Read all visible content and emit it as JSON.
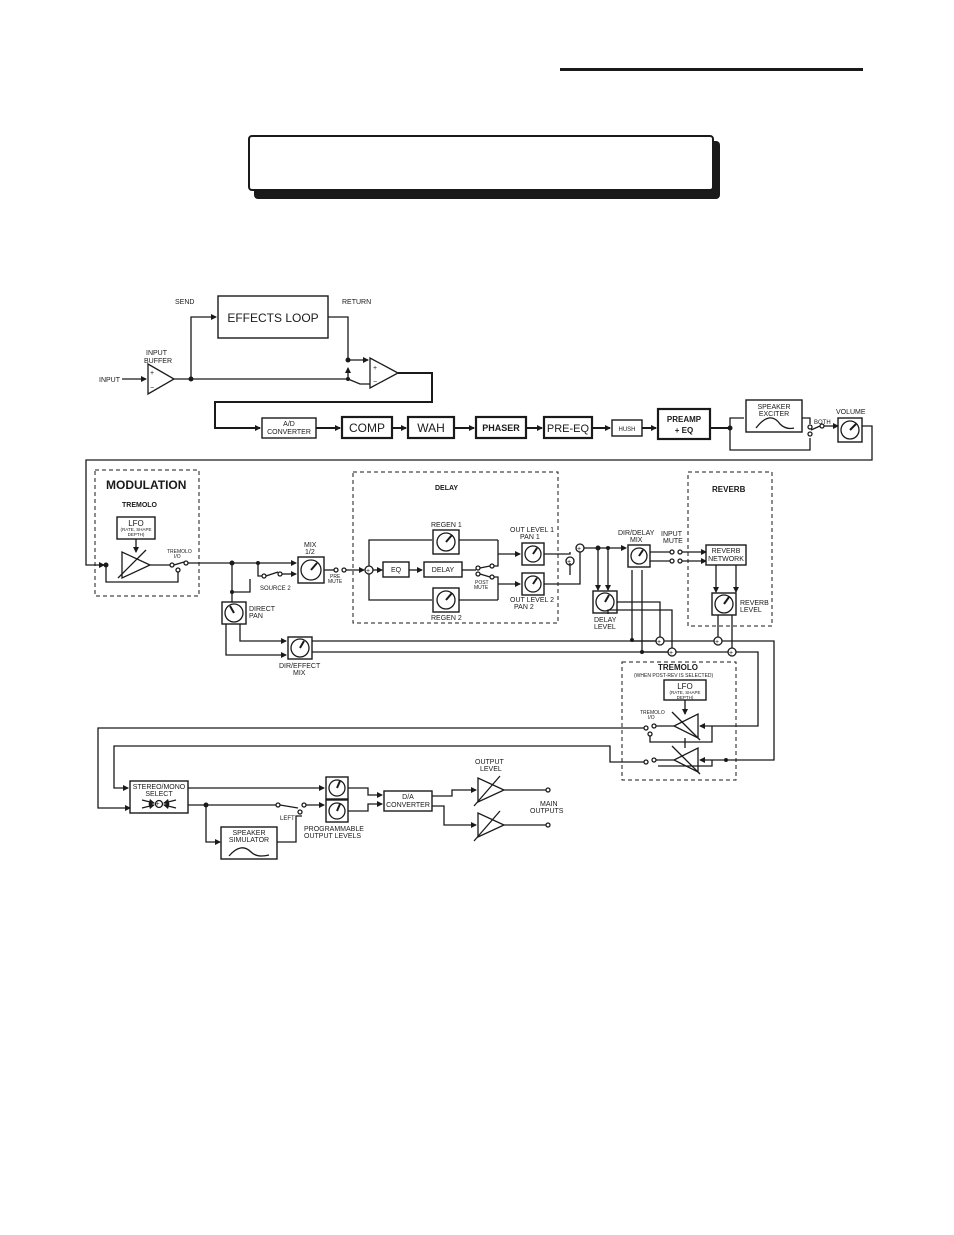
{
  "labels": {
    "send": "SEND",
    "return": "RETURN",
    "effects_loop": "EFFECTS LOOP",
    "input_buffer_1": "INPUT",
    "input_buffer_2": "BUFFER",
    "input": "INPUT",
    "ad_1": "A/D",
    "ad_2": "CONVERTER",
    "comp": "COMP",
    "wah": "WAH",
    "phaser": "PHASER",
    "pre_eq": "PRE-EQ",
    "hush": "HUSH",
    "preamp_1": "PREAMP",
    "preamp_2": "+ EQ",
    "exciter_1": "SPEAKER",
    "exciter_2": "EXCITER",
    "both": "BOTH",
    "volume": "VOLUME",
    "modulation": "MODULATION",
    "tremolo": "TREMOLO",
    "lfo": "LFO",
    "lfo_sub_1": "(RATE, SHAPE",
    "lfo_sub_2": "DEPTH)",
    "tremolo_io_1": "TREMOLO",
    "tremolo_io_2": "I/O",
    "mix_1": "MIX",
    "mix_2": "1/2",
    "source2": "SOURCE 2",
    "pre_1": "PRE",
    "pre_2": "MUTE",
    "delay_title": "DELAY",
    "regen1": "REGEN 1",
    "regen2": "REGEN 2",
    "eq": "EQ",
    "delay": "DELAY",
    "post_1": "POST",
    "post_2": "MUTE",
    "out1_1": "OUT LEVEL 1",
    "out1_2": "PAN 1",
    "out2_1": "OUT LEVEL 2",
    "out2_2": "PAN 2",
    "dirdelay_1": "DIR/DELAY",
    "dirdelay_2": "MIX",
    "inputmute_1": "INPUT",
    "inputmute_2": "MUTE",
    "delaylevel_1": "DELAY",
    "delaylevel_2": "LEVEL",
    "reverb_title": "REVERB",
    "reverbnet_1": "REVERB",
    "reverbnet_2": "NETWORK",
    "reverblevel_1": "REVERB",
    "reverblevel_2": "LEVEL",
    "direct_1": "DIRECT",
    "direct_2": "PAN",
    "direffect_1": "DIR/EFFECT",
    "direffect_2": "MIX",
    "tremolo2_title": "TREMOLO",
    "tremolo2_sub": "(WHEN POST-REV IS SELECTED)",
    "lfo2": "LFO",
    "lfo2_sub_1": "(RATE, SHAPE",
    "lfo2_sub_2": "DEPTH)",
    "tremolo2_io_1": "TREMOLO",
    "tremolo2_io_2": "I/O",
    "stereomono_1": "STEREO/MONO",
    "stereomono_2": "SELECT",
    "speakersim_1": "SPEAKER",
    "speakersim_2": "SIMULATOR",
    "left": "LEFT",
    "prog_1": "PROGRAMMABLE",
    "prog_2": "OUTPUT LEVELS",
    "da_1": "D/A",
    "da_2": "CONVERTER",
    "outlevel_1": "OUTPUT",
    "outlevel_2": "LEVEL",
    "main_1": "MAIN",
    "main_2": "OUTPUTS"
  }
}
